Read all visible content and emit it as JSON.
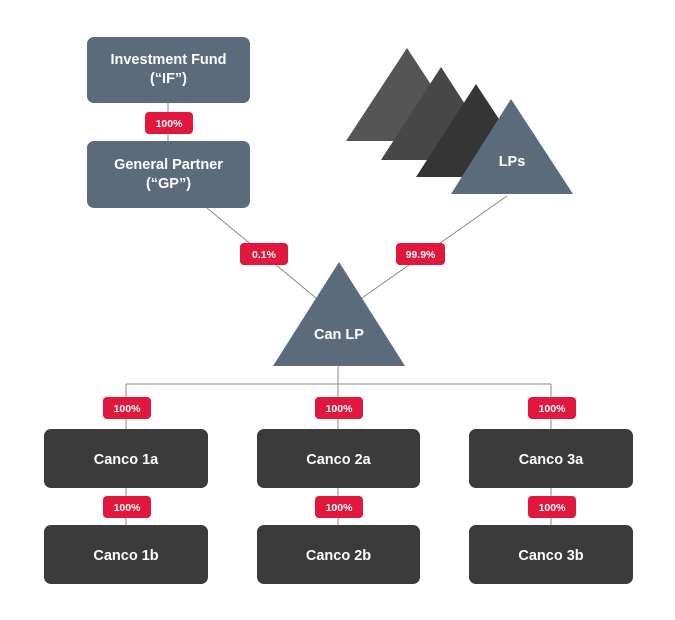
{
  "colors": {
    "slate": "#5b6b7b",
    "dark": "#3b3b3b",
    "accent": "#e2173d",
    "triangle_1": "#555555",
    "triangle_2": "#474747",
    "triangle_3": "#353535",
    "line": "#8a8a8a"
  },
  "entities": {
    "investment_fund": {
      "line1": "Investment Fund",
      "line2": "(“IF”)"
    },
    "general_partner": {
      "line1": "General Partner",
      "line2": "(“GP”)"
    },
    "lps": "LPs",
    "can_lp": "Can LP",
    "canco_1a": "Canco 1a",
    "canco_2a": "Canco 2a",
    "canco_3a": "Canco 3a",
    "canco_1b": "Canco 1b",
    "canco_2b": "Canco 2b",
    "canco_3b": "Canco 3b"
  },
  "ownership": {
    "if_to_gp": "100%",
    "gp_to_canlp": "0.1%",
    "lps_to_canlp": "99.9%",
    "canlp_to_1a": "100%",
    "canlp_to_2a": "100%",
    "canlp_to_3a": "100%",
    "1a_to_1b": "100%",
    "2a_to_2b": "100%",
    "3a_to_3b": "100%"
  }
}
